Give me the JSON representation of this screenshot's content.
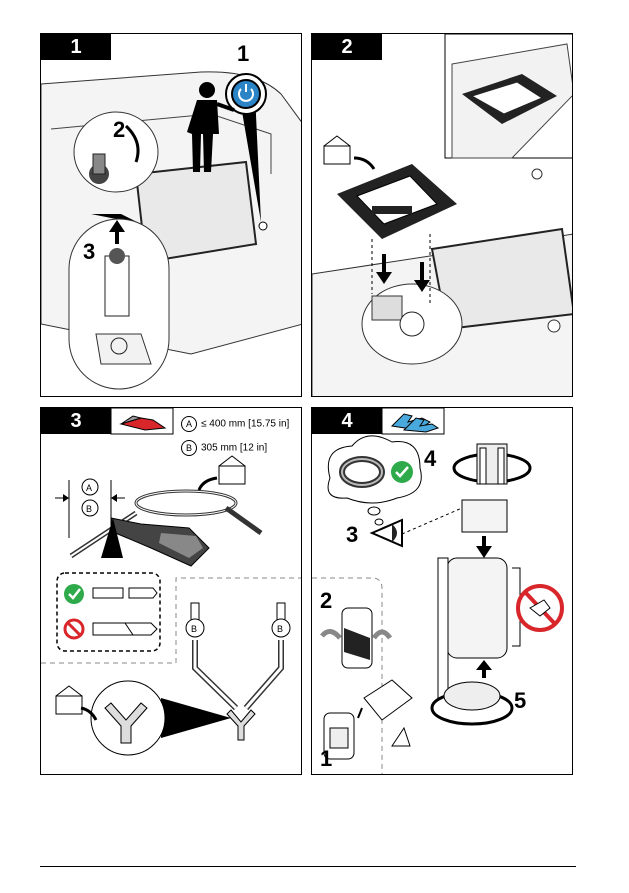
{
  "panels": [
    {
      "step": "1",
      "callouts": [
        "1",
        "2",
        "3"
      ]
    },
    {
      "step": "2"
    },
    {
      "step": "3",
      "dims": [
        {
          "letter": "A",
          "text": "≤ 400 mm [15.75 in]"
        },
        {
          "letter": "B",
          "text": "305 mm [12 in]"
        }
      ]
    },
    {
      "step": "4",
      "callouts": [
        "4",
        "3",
        "2",
        "1",
        "5"
      ]
    }
  ],
  "colors": {
    "ok": "#2eaa4a",
    "no": "#d9262b",
    "accent": "#2a84c6",
    "glove": "#4aa9dc"
  }
}
